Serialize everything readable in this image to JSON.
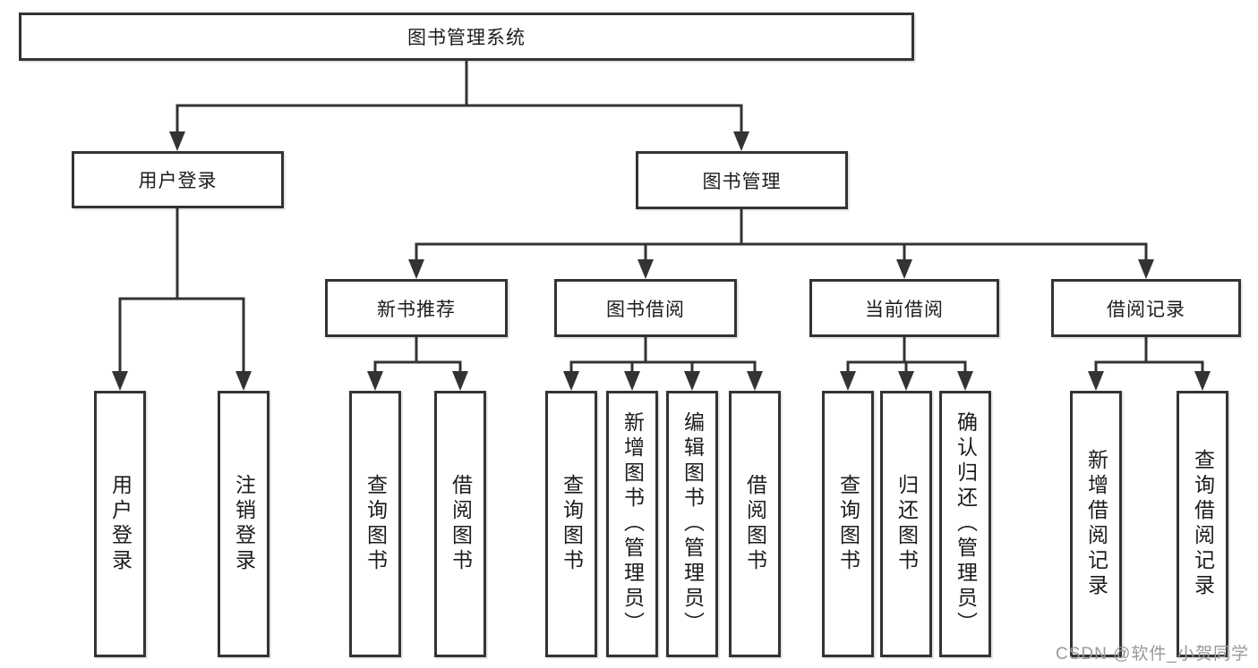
{
  "colors": {
    "line": "#333333",
    "text": "#1c1c1c",
    "watermark": "#999999",
    "background": "#ffffff"
  },
  "watermark": "CSDN @软件_小贺同学",
  "tree": {
    "root": {
      "label": "图书管理系统"
    },
    "branches": [
      {
        "label": "用户登录",
        "children": [
          {
            "label": "用户登录"
          },
          {
            "label": "注销登录"
          }
        ]
      },
      {
        "label": "图书管理",
        "groups": [
          {
            "label": "新书推荐",
            "children": [
              {
                "label": "查询图书"
              },
              {
                "label": "借阅图书"
              }
            ]
          },
          {
            "label": "图书借阅",
            "children": [
              {
                "label": "查询图书"
              },
              {
                "label": "新增图书（管理员）"
              },
              {
                "label": "编辑图书（管理员）"
              },
              {
                "label": "借阅图书"
              }
            ]
          },
          {
            "label": "当前借阅",
            "children": [
              {
                "label": "查询图书"
              },
              {
                "label": "归还图书"
              },
              {
                "label": "确认归还（管理员）"
              }
            ]
          },
          {
            "label": "借阅记录",
            "children": [
              {
                "label": "新增借阅记录"
              },
              {
                "label": "查询借阅记录"
              }
            ]
          }
        ]
      }
    ]
  }
}
